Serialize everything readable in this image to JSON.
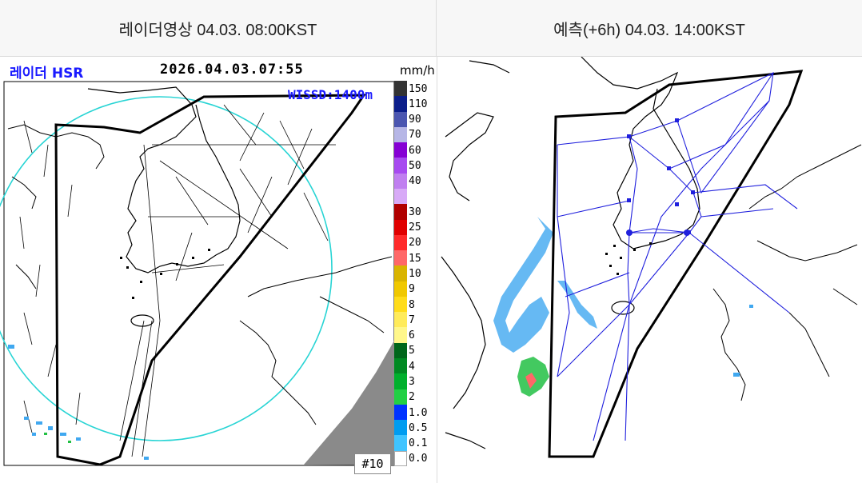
{
  "headers": {
    "left": "레이더영상 04.03. 08:00KST",
    "right": "예측(+6h) 04.03. 14:00KST"
  },
  "radar_panel": {
    "title": "레이더 HSR",
    "timestamp": "2026.04.03.07:55",
    "unit": "mm/h",
    "site_label": "WISSD:1400m",
    "frame_tag": "#10"
  },
  "legend": {
    "levels": [
      {
        "label": "150",
        "color": "#333333"
      },
      {
        "label": "110",
        "color": "#0c1e8a"
      },
      {
        "label": "90",
        "color": "#4b56b0"
      },
      {
        "label": "70",
        "color": "#b6b6e6"
      },
      {
        "label": "60",
        "color": "#8600d4"
      },
      {
        "label": "50",
        "color": "#a74af0"
      },
      {
        "label": "40",
        "color": "#c07ff0"
      },
      {
        "label": "",
        "color": "#d8aaf7"
      },
      {
        "label": "30",
        "color": "#b00000"
      },
      {
        "label": "25",
        "color": "#e00000"
      },
      {
        "label": "20",
        "color": "#ff2a2a"
      },
      {
        "label": "15",
        "color": "#ff6868"
      },
      {
        "label": "10",
        "color": "#d9b400"
      },
      {
        "label": "9",
        "color": "#f0c800"
      },
      {
        "label": "8",
        "color": "#ffdc1a"
      },
      {
        "label": "7",
        "color": "#ffeb5a"
      },
      {
        "label": "6",
        "color": "#fff78a"
      },
      {
        "label": "5",
        "color": "#00661a"
      },
      {
        "label": "4",
        "color": "#008a22"
      },
      {
        "label": "3",
        "color": "#00b02c"
      },
      {
        "label": "2",
        "color": "#22d044"
      },
      {
        "label": "1.0",
        "color": "#0032ff"
      },
      {
        "label": "0.5",
        "color": "#009cf0"
      },
      {
        "label": "0.1",
        "color": "#40c4ff"
      },
      {
        "label": "0.0",
        "color": "#ffffff"
      }
    ]
  },
  "colors": {
    "radar_ring": "#27d4d4",
    "coastline": "#000000",
    "domain_box": "#000000",
    "network_lines": "#2020dd",
    "land_mask": "#8a8a8a",
    "precip_light": "#40a8f0",
    "precip_medium": "#22c044"
  }
}
